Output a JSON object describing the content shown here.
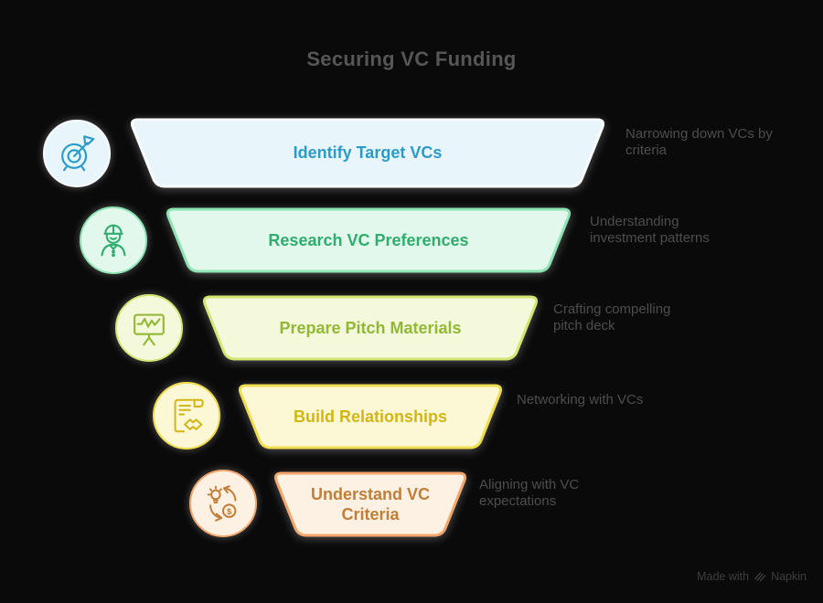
{
  "title": "Securing VC Funding",
  "stages": [
    {
      "label": "Identify Target VCs",
      "description": "Narrowing down VCs by criteria",
      "fill": "#e8f5fb",
      "border": "#f8fcfe",
      "accent": "#2a9cc9",
      "icon": "target-icon"
    },
    {
      "label": "Research VC Preferences",
      "description": "Understanding investment patterns",
      "fill": "#e3f8ec",
      "border": "#8ce4b3",
      "accent": "#2fad6e",
      "icon": "researcher-icon"
    },
    {
      "label": "Prepare Pitch Materials",
      "description": "Crafting compelling pitch deck",
      "fill": "#f3f9da",
      "border": "#d3e671",
      "accent": "#92b836",
      "icon": "presentation-chart-icon"
    },
    {
      "label": "Build Relationships",
      "description": "Networking with VCs",
      "fill": "#fcf8d6",
      "border": "#f0dd4e",
      "accent": "#d2b517",
      "icon": "contract-handshake-icon"
    },
    {
      "label": "Understand VC Criteria",
      "description": "Aligning with VC expectations",
      "fill": "#fdf1e3",
      "border": "#f4a76c",
      "accent": "#c17e38",
      "icon": "idea-money-cycle-icon"
    }
  ],
  "watermark": {
    "prefix": "Made with",
    "brand": "Napkin"
  },
  "colors": {
    "background": "#0a0a0a",
    "title": "#565656",
    "description": "#4d4d4d",
    "watermark": "#3e3e3e"
  }
}
